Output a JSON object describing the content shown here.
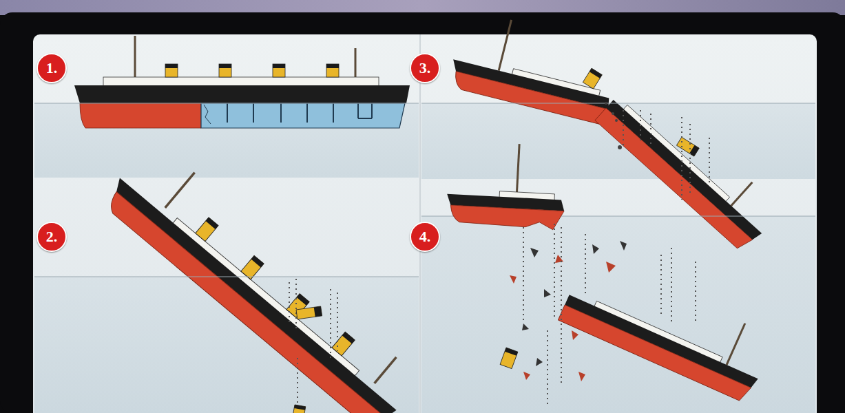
{
  "diagram": {
    "nodes": [
      {
        "text": [
          "1."
        ]
      },
      {
        "text": [
          "3."
        ]
      },
      {
        "text": [
          "2."
        ]
      },
      {
        "text": [
          "4."
        ]
      }
    ]
  }
}
